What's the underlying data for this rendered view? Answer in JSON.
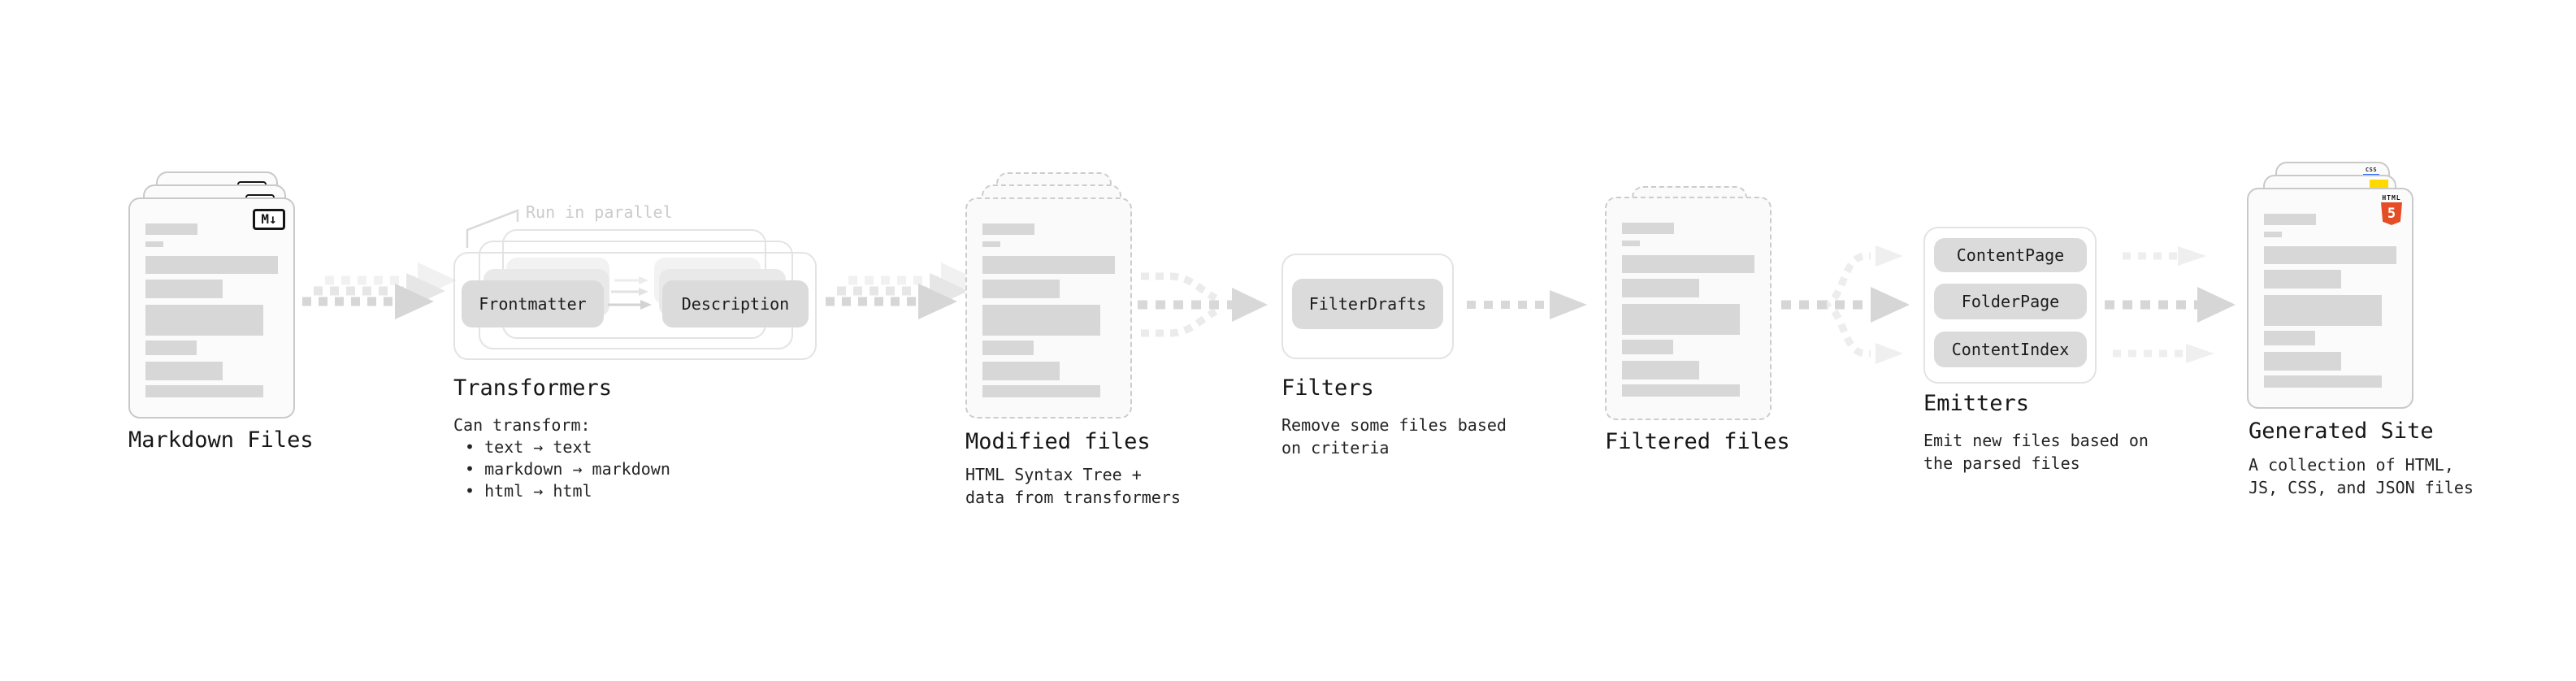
{
  "colors": {
    "html5_orange": "#e44d26",
    "js_yellow": "#ffd900",
    "css_blue": "#2962ff",
    "arrow_gray": "#d6d6d6",
    "ghost_gray": "#efefef"
  },
  "stages": {
    "markdown_files": {
      "label": "Markdown Files",
      "badge": "M↓"
    },
    "transformers": {
      "label": "Transformers",
      "note": "Run in parallel",
      "pill_left": "Frontmatter",
      "pill_right": "Description",
      "desc_title": "Can transform:",
      "bullets": [
        "• text → text",
        "• markdown → markdown",
        "• html → html"
      ]
    },
    "modified_files": {
      "label": "Modified files",
      "desc": "HTML Syntax Tree +\ndata from transformers"
    },
    "filters": {
      "label": "Filters",
      "pill": "FilterDrafts",
      "desc": "Remove some files based\non criteria"
    },
    "filtered_files": {
      "label": "Filtered files"
    },
    "emitters": {
      "label": "Emitters",
      "pills": [
        "ContentPage",
        "FolderPage",
        "ContentIndex"
      ],
      "desc": "Emit new files based on\nthe parsed files"
    },
    "generated_site": {
      "label": "Generated Site",
      "desc": "A collection of HTML,\nJS, CSS, and JSON files",
      "html_badge_word": "HTML",
      "html_badge_number": "5",
      "css_badge_word": "CSS"
    }
  }
}
